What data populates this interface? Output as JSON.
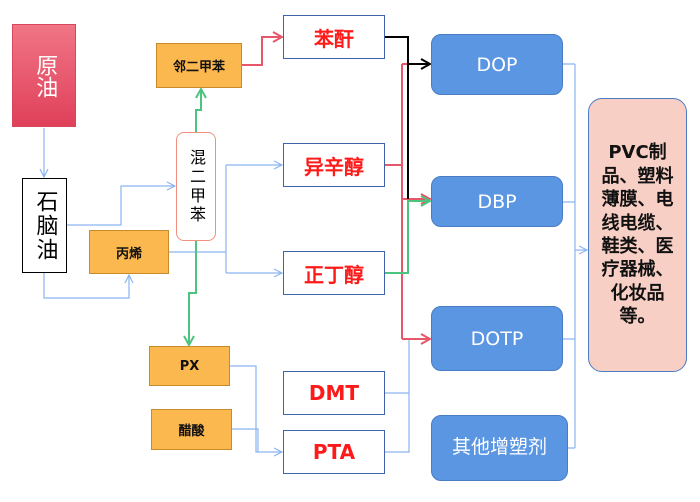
{
  "nodes": {
    "crude_oil": "原油",
    "naphtha": "石脑油",
    "propylene": "丙烯",
    "mixed_xylene": "混二甲苯",
    "o_xylene": "邻二甲苯",
    "px": "PX",
    "acetic_acid": "醋酸",
    "phthalic_anhydride": "苯酐",
    "isooctanol": "异辛醇",
    "n_butanol": "正丁醇",
    "dmt": "DMT",
    "pta": "PTA",
    "dop": "DOP",
    "dbp": "DBP",
    "dotp": "DOTP",
    "other_plasticizers": "其他增塑剂",
    "applications": "PVC制品、塑料薄膜、电线电缆、鞋类、医疗器械、化妆品等。"
  },
  "colors": {
    "blue_connector": "#8ab4f0",
    "red_connector": "#e8566a",
    "green_connector": "#4cc47e",
    "black_connector": "#000000",
    "product_fill": "#5b96e3",
    "intermediate_fill": "#fbb84e",
    "application_fill": "#f8cfc5"
  }
}
